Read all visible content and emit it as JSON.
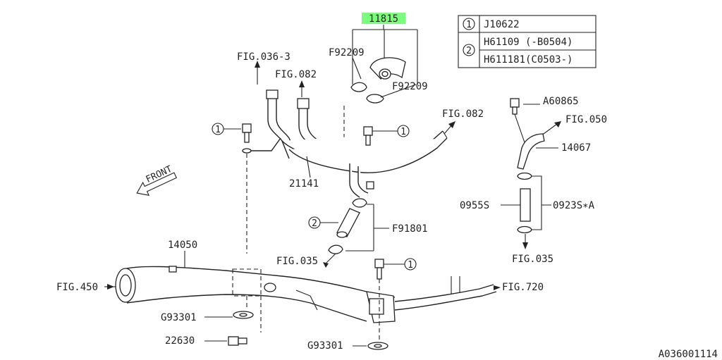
{
  "highlight_color": "#7CFC7C",
  "labels": {
    "p11815": "11815",
    "f92209_a": "F92209",
    "f92209_b": "F92209",
    "fig036": "FIG.036-3",
    "fig082_a": "FIG.082",
    "fig082_b": "FIG.082",
    "p21141": "21141",
    "front": "FRONT",
    "f91801": "F91801",
    "fig035_a": "FIG.035",
    "p14050": "14050",
    "fig450": "FIG.450",
    "g93301_a": "G93301",
    "p22630": "22630",
    "g93301_b": "G93301",
    "fig720": "FIG.720",
    "a60865": "A60865",
    "fig050": "FIG.050",
    "p14067": "14067",
    "p0955s": "0955S",
    "p0923s": "0923S∗A",
    "fig035_b": "FIG.035",
    "callout_1": "1",
    "callout_2": "2",
    "diagram_id": "A036001114"
  },
  "legend": {
    "rows": [
      {
        "num": "1",
        "code": "J10622"
      },
      {
        "num": "2",
        "code": "H61109 (-B0504)"
      },
      {
        "num": "",
        "code": "H611181(C0503-)"
      }
    ]
  }
}
